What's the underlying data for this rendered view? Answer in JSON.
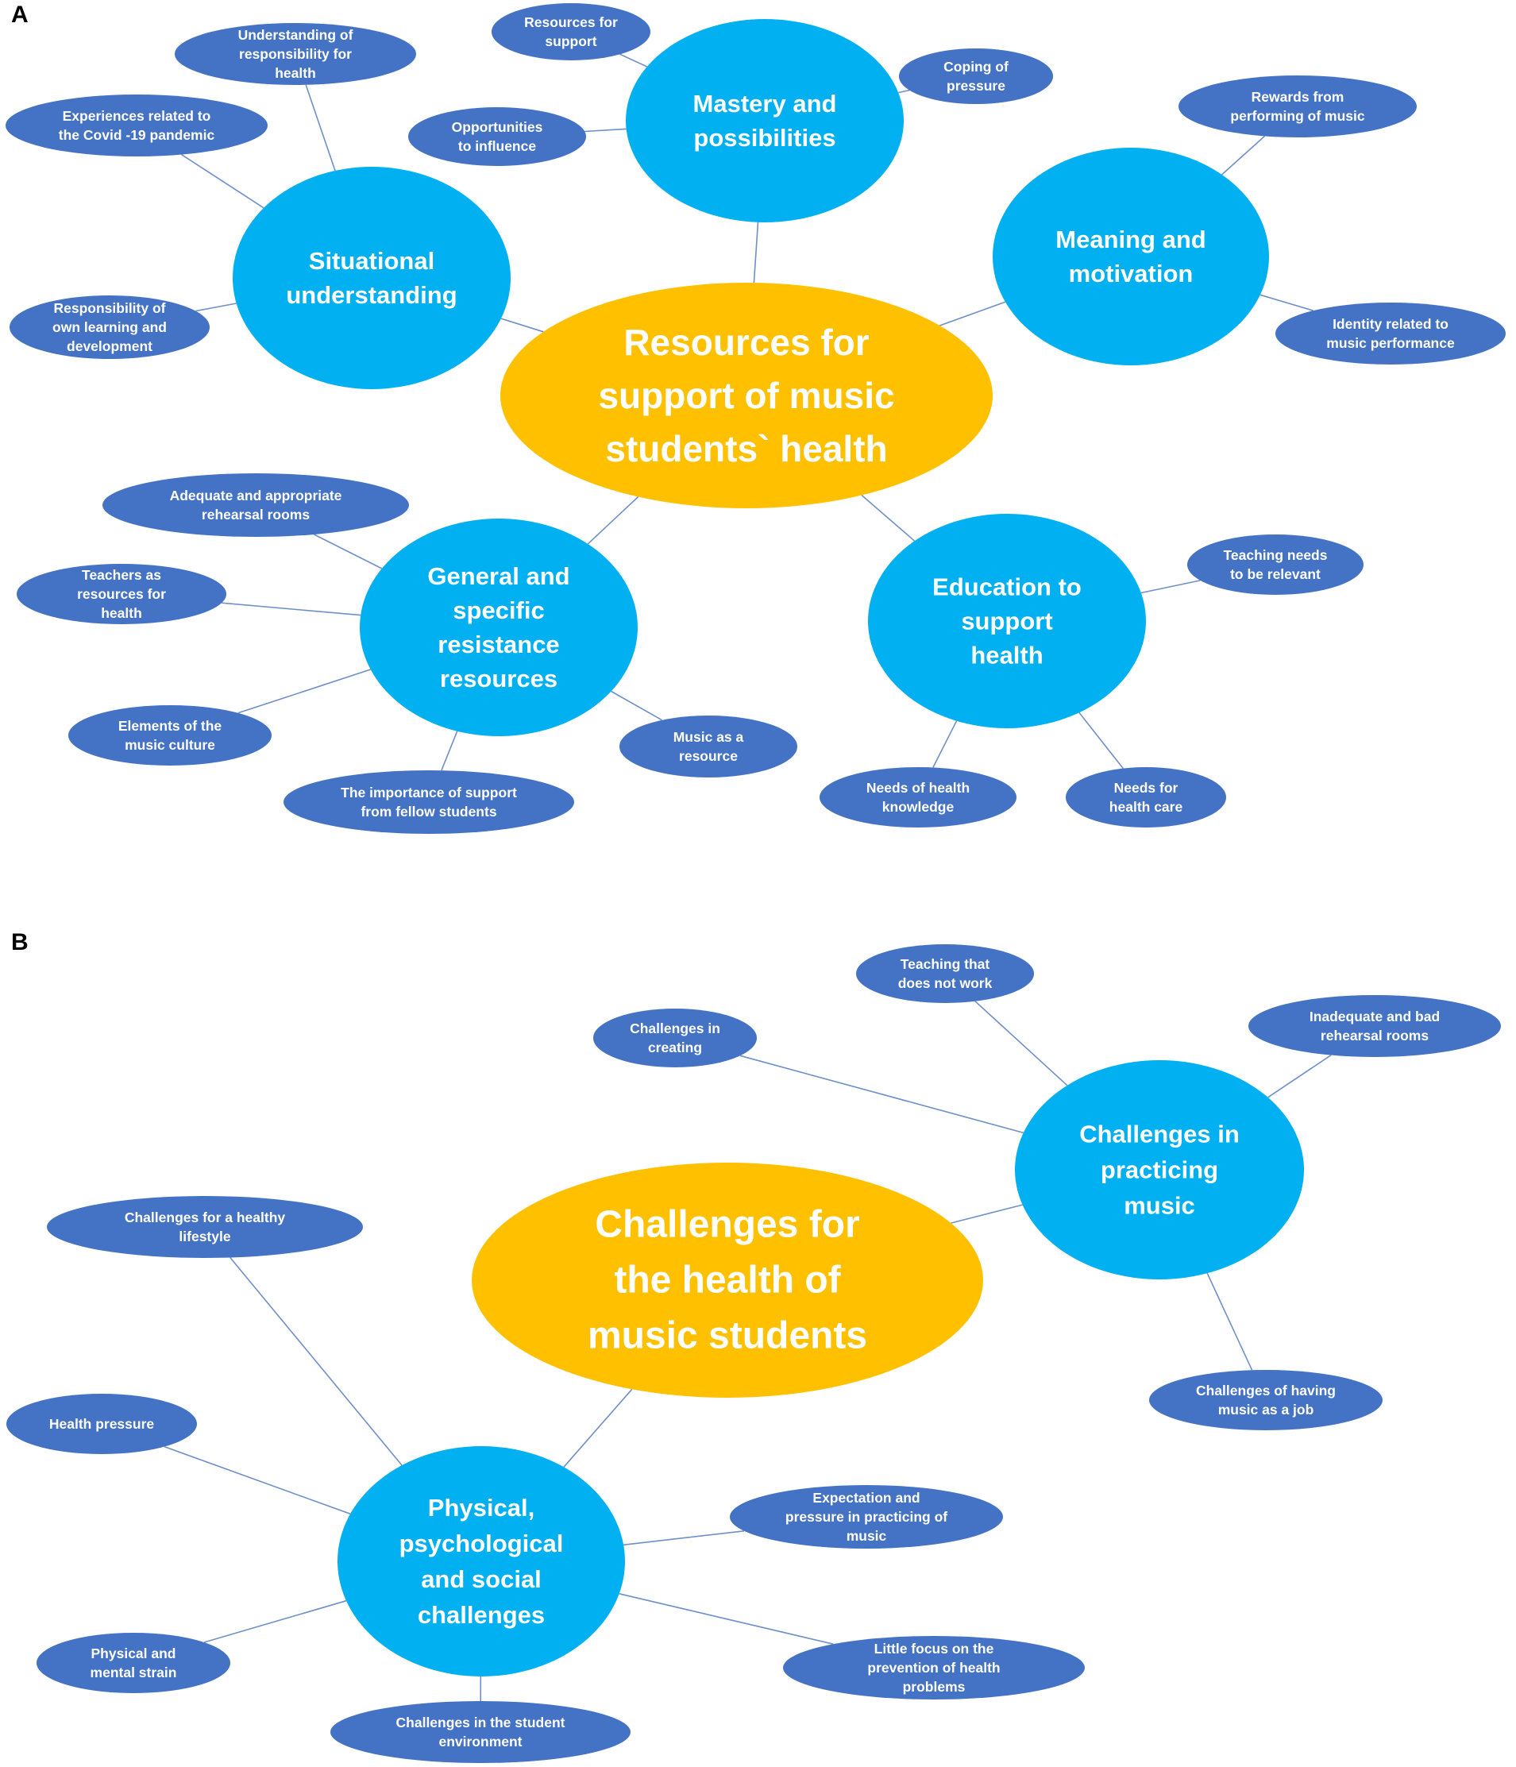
{
  "colors": {
    "root": "#ffc000",
    "theme": "#00b0f0",
    "leaf": "#4472c4",
    "line": "#6f8fc9",
    "text_light": "#ffffff"
  },
  "panels": [
    {
      "id": "a",
      "label": "A",
      "root": {
        "id": "resources-root",
        "lines": [
          "Resources for",
          "support of music",
          "students` health"
        ]
      },
      "themes": [
        {
          "id": "mastery",
          "lines": [
            "Mastery and",
            "possibilities"
          ],
          "leaves": [
            {
              "id": "resources-for-support",
              "lines": [
                "Resources for",
                "support"
              ]
            },
            {
              "id": "coping-of-pressure",
              "lines": [
                "Coping of",
                "pressure"
              ]
            },
            {
              "id": "opportunities-to-influence",
              "lines": [
                "Opportunities",
                "to influence"
              ]
            }
          ]
        },
        {
          "id": "situational",
          "lines": [
            "Situational",
            "understanding"
          ],
          "leaves": [
            {
              "id": "understanding-responsibility",
              "lines": [
                "Understanding of",
                "responsibility  for",
                "health"
              ]
            },
            {
              "id": "covid-experiences",
              "lines": [
                "Experiences  related to",
                "the Covid -19 pandemic"
              ]
            },
            {
              "id": "responsibility-learning",
              "lines": [
                "Responsibility  of",
                "own learning and",
                "development"
              ]
            }
          ]
        },
        {
          "id": "meaning",
          "lines": [
            "Meaning and",
            "motivation"
          ],
          "leaves": [
            {
              "id": "rewards-performing",
              "lines": [
                "Rewards from",
                "performing of music"
              ]
            },
            {
              "id": "identity-performance",
              "lines": [
                "Identity related to",
                "music performance"
              ]
            }
          ]
        },
        {
          "id": "resistance",
          "lines": [
            "General and",
            "specific",
            "resistance",
            "resources"
          ],
          "leaves": [
            {
              "id": "rehearsal-rooms",
              "lines": [
                "Adequate and appropriate",
                "rehearsal rooms"
              ]
            },
            {
              "id": "teachers-resources",
              "lines": [
                "Teachers as",
                "resources for",
                "health"
              ]
            },
            {
              "id": "music-culture",
              "lines": [
                "Elements of the",
                "music culture"
              ]
            },
            {
              "id": "fellow-students",
              "lines": [
                "The importance of support",
                "from fellow students"
              ]
            },
            {
              "id": "music-resource",
              "lines": [
                "Music as a",
                "resource"
              ]
            }
          ]
        },
        {
          "id": "education",
          "lines": [
            "Education to",
            "support",
            "health"
          ],
          "leaves": [
            {
              "id": "teaching-relevant",
              "lines": [
                "Teaching needs",
                "to be relevant"
              ]
            },
            {
              "id": "health-knowledge",
              "lines": [
                "Needs of health",
                "knowledge"
              ]
            },
            {
              "id": "health-care",
              "lines": [
                "Needs for",
                "health care"
              ]
            }
          ]
        }
      ]
    },
    {
      "id": "b",
      "label": "B",
      "root": {
        "id": "challenges-root",
        "lines": [
          "Challenges for",
          "the health of",
          "music students"
        ]
      },
      "themes": [
        {
          "id": "practicing",
          "lines": [
            "Challenges in",
            "practicing",
            "music"
          ],
          "leaves": [
            {
              "id": "teaching-not-work",
              "lines": [
                "Teaching  that",
                "does not work"
              ]
            },
            {
              "id": "challenges-creating",
              "lines": [
                "Challenges in",
                "creating"
              ]
            },
            {
              "id": "bad-rehearsal-rooms",
              "lines": [
                "Inadequate and bad",
                "rehearsal rooms"
              ]
            },
            {
              "id": "music-as-job",
              "lines": [
                "Challenges of having",
                "music as a job"
              ]
            }
          ]
        },
        {
          "id": "physical",
          "lines": [
            "Physical,",
            "psychological",
            "and social",
            "challenges"
          ],
          "leaves": [
            {
              "id": "healthy-lifestyle",
              "lines": [
                "Challenges for a healthy",
                "lifestyle"
              ]
            },
            {
              "id": "health-pressure",
              "lines": [
                "Health pressure"
              ]
            },
            {
              "id": "expectation-pressure",
              "lines": [
                "Expectation and",
                "pressure in practicing  of",
                "music"
              ]
            },
            {
              "id": "prevention-focus",
              "lines": [
                "Little focus  on the",
                "prevention of health",
                "problems"
              ]
            },
            {
              "id": "physical-mental-strain",
              "lines": [
                "Physical  and",
                "mental strain"
              ]
            },
            {
              "id": "student-environment",
              "lines": [
                "Challenges in the student",
                "environment"
              ]
            }
          ]
        }
      ]
    }
  ]
}
